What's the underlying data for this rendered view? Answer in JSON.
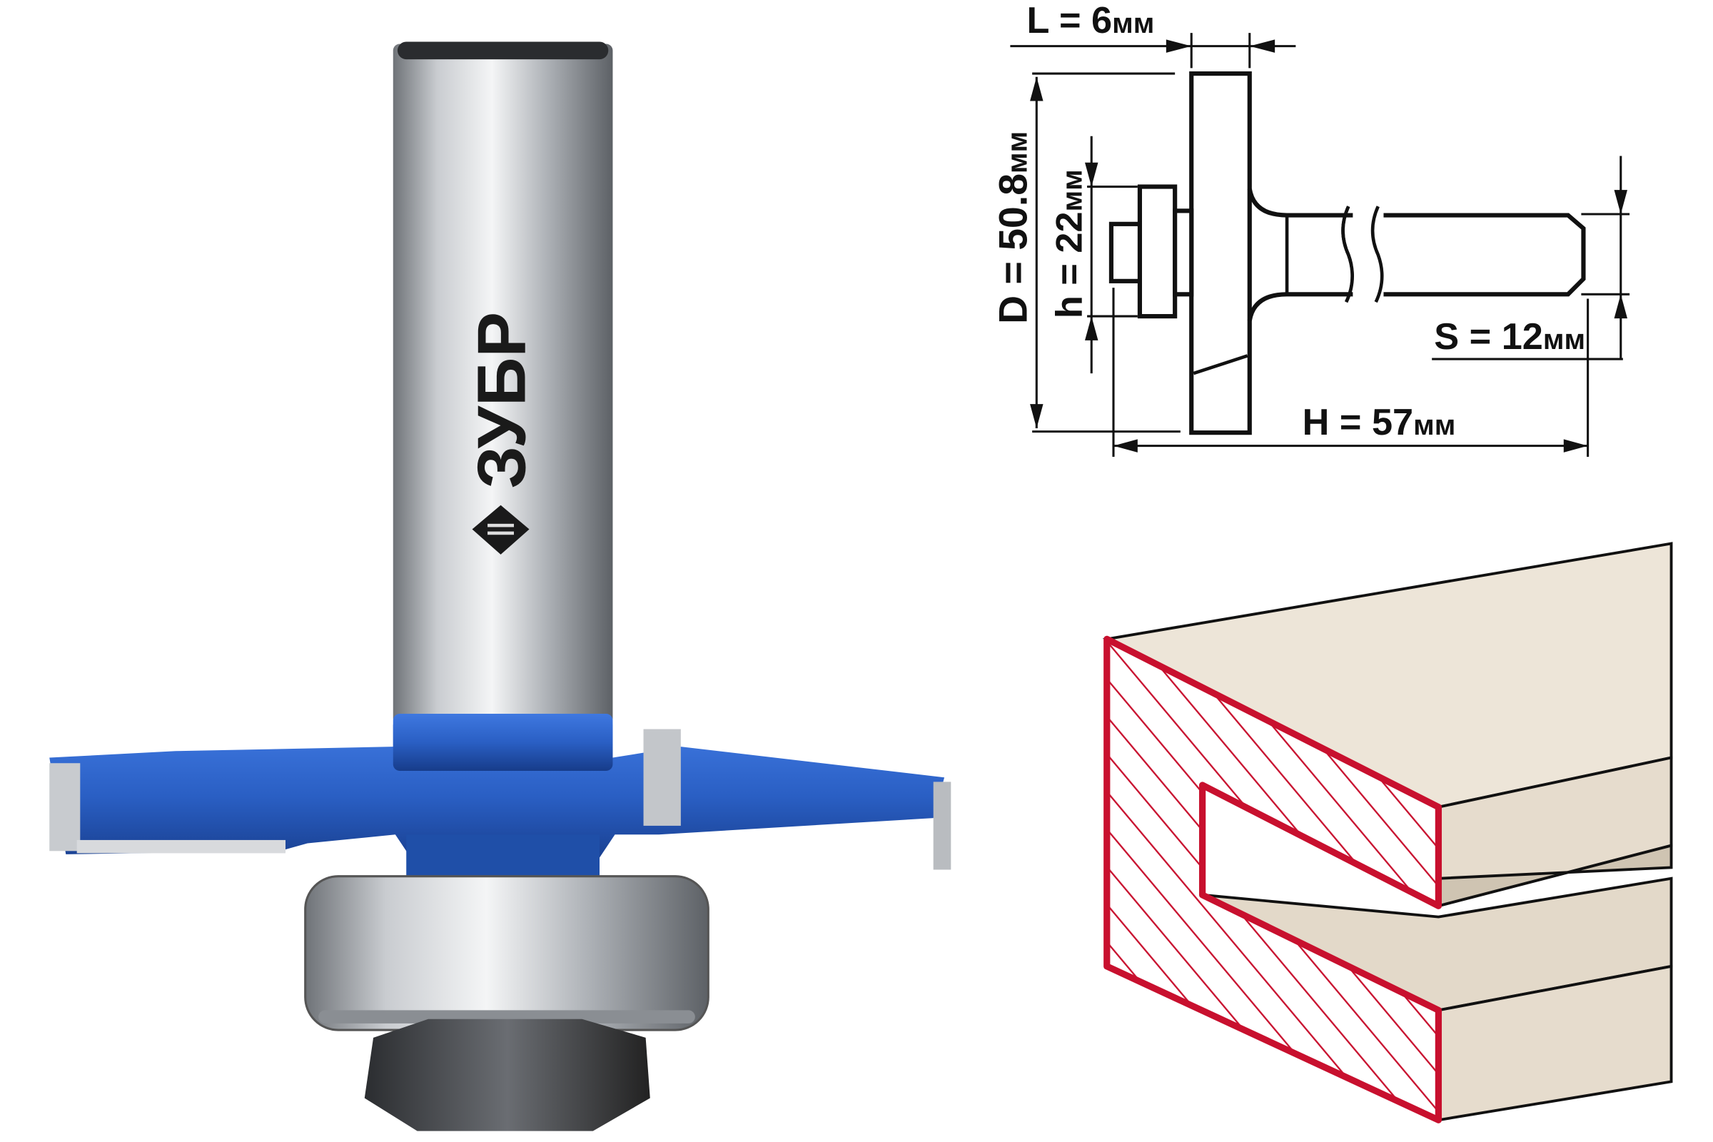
{
  "product": {
    "brand_logo": "ЗУБР"
  },
  "diagram": {
    "L": {
      "label": "L = 6",
      "unit": "мм"
    },
    "D": {
      "label": "D = 50.8",
      "unit": "мм"
    },
    "h": {
      "label": "h = 22",
      "unit": "мм"
    },
    "S": {
      "label": "S = 12",
      "unit": "мм"
    },
    "H": {
      "label": "H = 57",
      "unit": "мм"
    }
  },
  "colors": {
    "blue": "#2a5fc4",
    "red": "#c8102e",
    "wood": "#e9e0d2"
  }
}
